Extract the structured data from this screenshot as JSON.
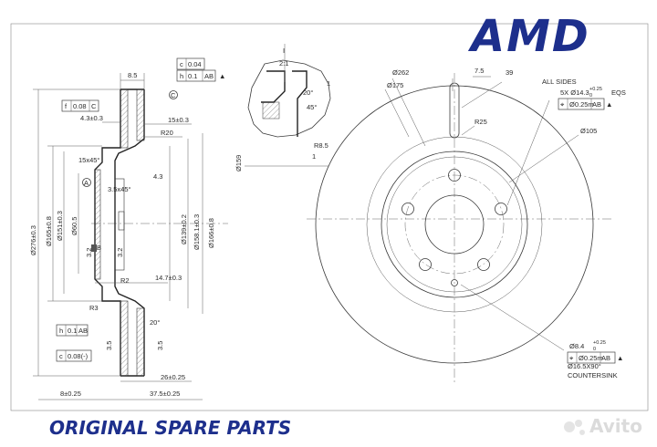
{
  "brand": {
    "logo_text": "AMD",
    "logo_color": "#1d2f8c",
    "banner_text": "ORIGINAL SPARE PARTS",
    "banner_color": "#1d2f8c",
    "watermark_text": "Avito"
  },
  "side_view": {
    "frames": [
      {
        "sym": "c",
        "value": "0.04",
        "datum": ""
      },
      {
        "sym": "h",
        "value": "0.1",
        "datum": "AB"
      },
      {
        "sym": "f",
        "value": "0.08",
        "datum": "C"
      },
      {
        "sym": "h",
        "value": "0.1",
        "datum": "AB"
      },
      {
        "sym": "c",
        "value": "0.08(-)",
        "datum": ""
      }
    ],
    "dims_h": [
      "8.5",
      "4.3±0.3",
      "15±0.3",
      "R20",
      "15x45°",
      "4.3",
      "3.5x45°",
      "14.7±0.3",
      "R2",
      "R3",
      "20°",
      "26±0.25",
      "8±0.25",
      "37.5±0.25"
    ],
    "dims_v": [
      "Ø276±0.3",
      "Ø165±0.8",
      "Ø151±0.3",
      "Ø60.5",
      "Ø139±0.2",
      "Ø158.1±0.3",
      "Ø166±0.8",
      "3.2",
      "3.2",
      "3.5",
      "3.5"
    ],
    "datum_a": "A",
    "datum_c": "C",
    "datum_b": "B"
  },
  "detail_view": {
    "label": "I",
    "scale": "2:1",
    "dims": [
      "20°",
      "45°",
      "R8.5",
      "Ø159",
      "1",
      "1"
    ]
  },
  "front_view": {
    "labels": [
      "Ø262",
      "Ø175",
      "7.5",
      "39",
      "ALL SIDES",
      "5X Ø14.3",
      "+0.25",
      "0",
      "EQS",
      "R25",
      "Ø105",
      "Ø8.4",
      "+0.25",
      "0",
      "Ø16.5X90°",
      "COUNTERSINK"
    ],
    "frame_1": {
      "sym": "⌖",
      "value": "Ø0.25m",
      "datum": "AB"
    },
    "frame_2": {
      "sym": "⌖",
      "value": "Ø0.25m",
      "datum": "AB"
    }
  }
}
